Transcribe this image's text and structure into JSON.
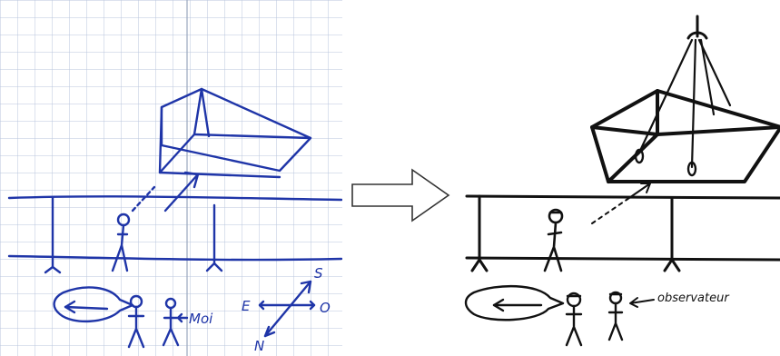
{
  "sketch_left": {
    "labels": {
      "moi": "Moi",
      "east": "E",
      "west": "O",
      "south": "S",
      "north": "N"
    },
    "colors": {
      "ink": "#1f35a8",
      "grid": "#b9c6dc",
      "paper": "#ffffff"
    }
  },
  "transition_arrow": {
    "icon": "right-arrow-icon"
  },
  "sketch_right": {
    "labels": {
      "observer": "observateur"
    },
    "colors": {
      "ink": "#111111"
    }
  }
}
